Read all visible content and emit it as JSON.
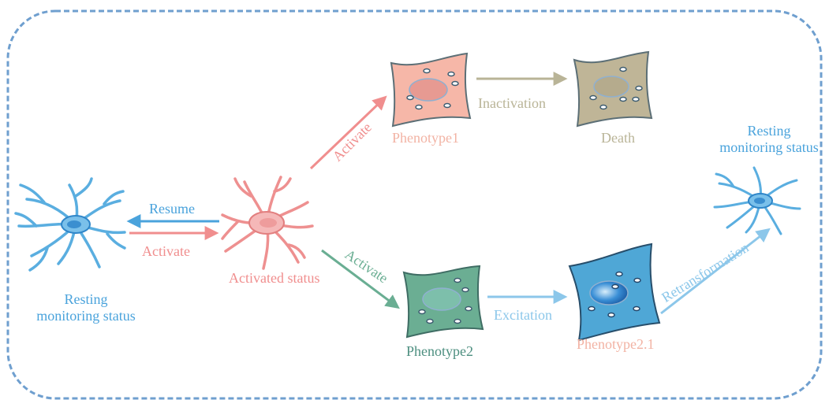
{
  "labels": {
    "resting_left": "Resting\nmonitoring status",
    "resting_right": "Resting\nmonitoring status",
    "resume": "Resume",
    "activate_horizontal": "Activate",
    "activated_status": "Activated status",
    "activate_upper": "Activate",
    "activate_lower": "Activate",
    "phenotype1": "Phenotype1",
    "inactivation": "Inactivation",
    "death": "Death",
    "phenotype2": "Phenotype2",
    "excitation": "Excitation",
    "phenotype2_1": "Phenotype2.1",
    "retransformation": "Retransformation"
  },
  "colors": {
    "blue": "#4aa3dc",
    "light_blue": "#8cc7ea",
    "pink": "#f08e8e",
    "salmon": "#f2b3a4",
    "olive": "#b9b497",
    "green": "#6aae93",
    "teal_text": "#4d8f80",
    "border": "#6f9fcf"
  },
  "icons": {
    "resting_cell": "microglia-resting-icon",
    "activated_cell": "microglia-activated-icon",
    "phenotype_cell": "phenotype-cell-icon"
  }
}
